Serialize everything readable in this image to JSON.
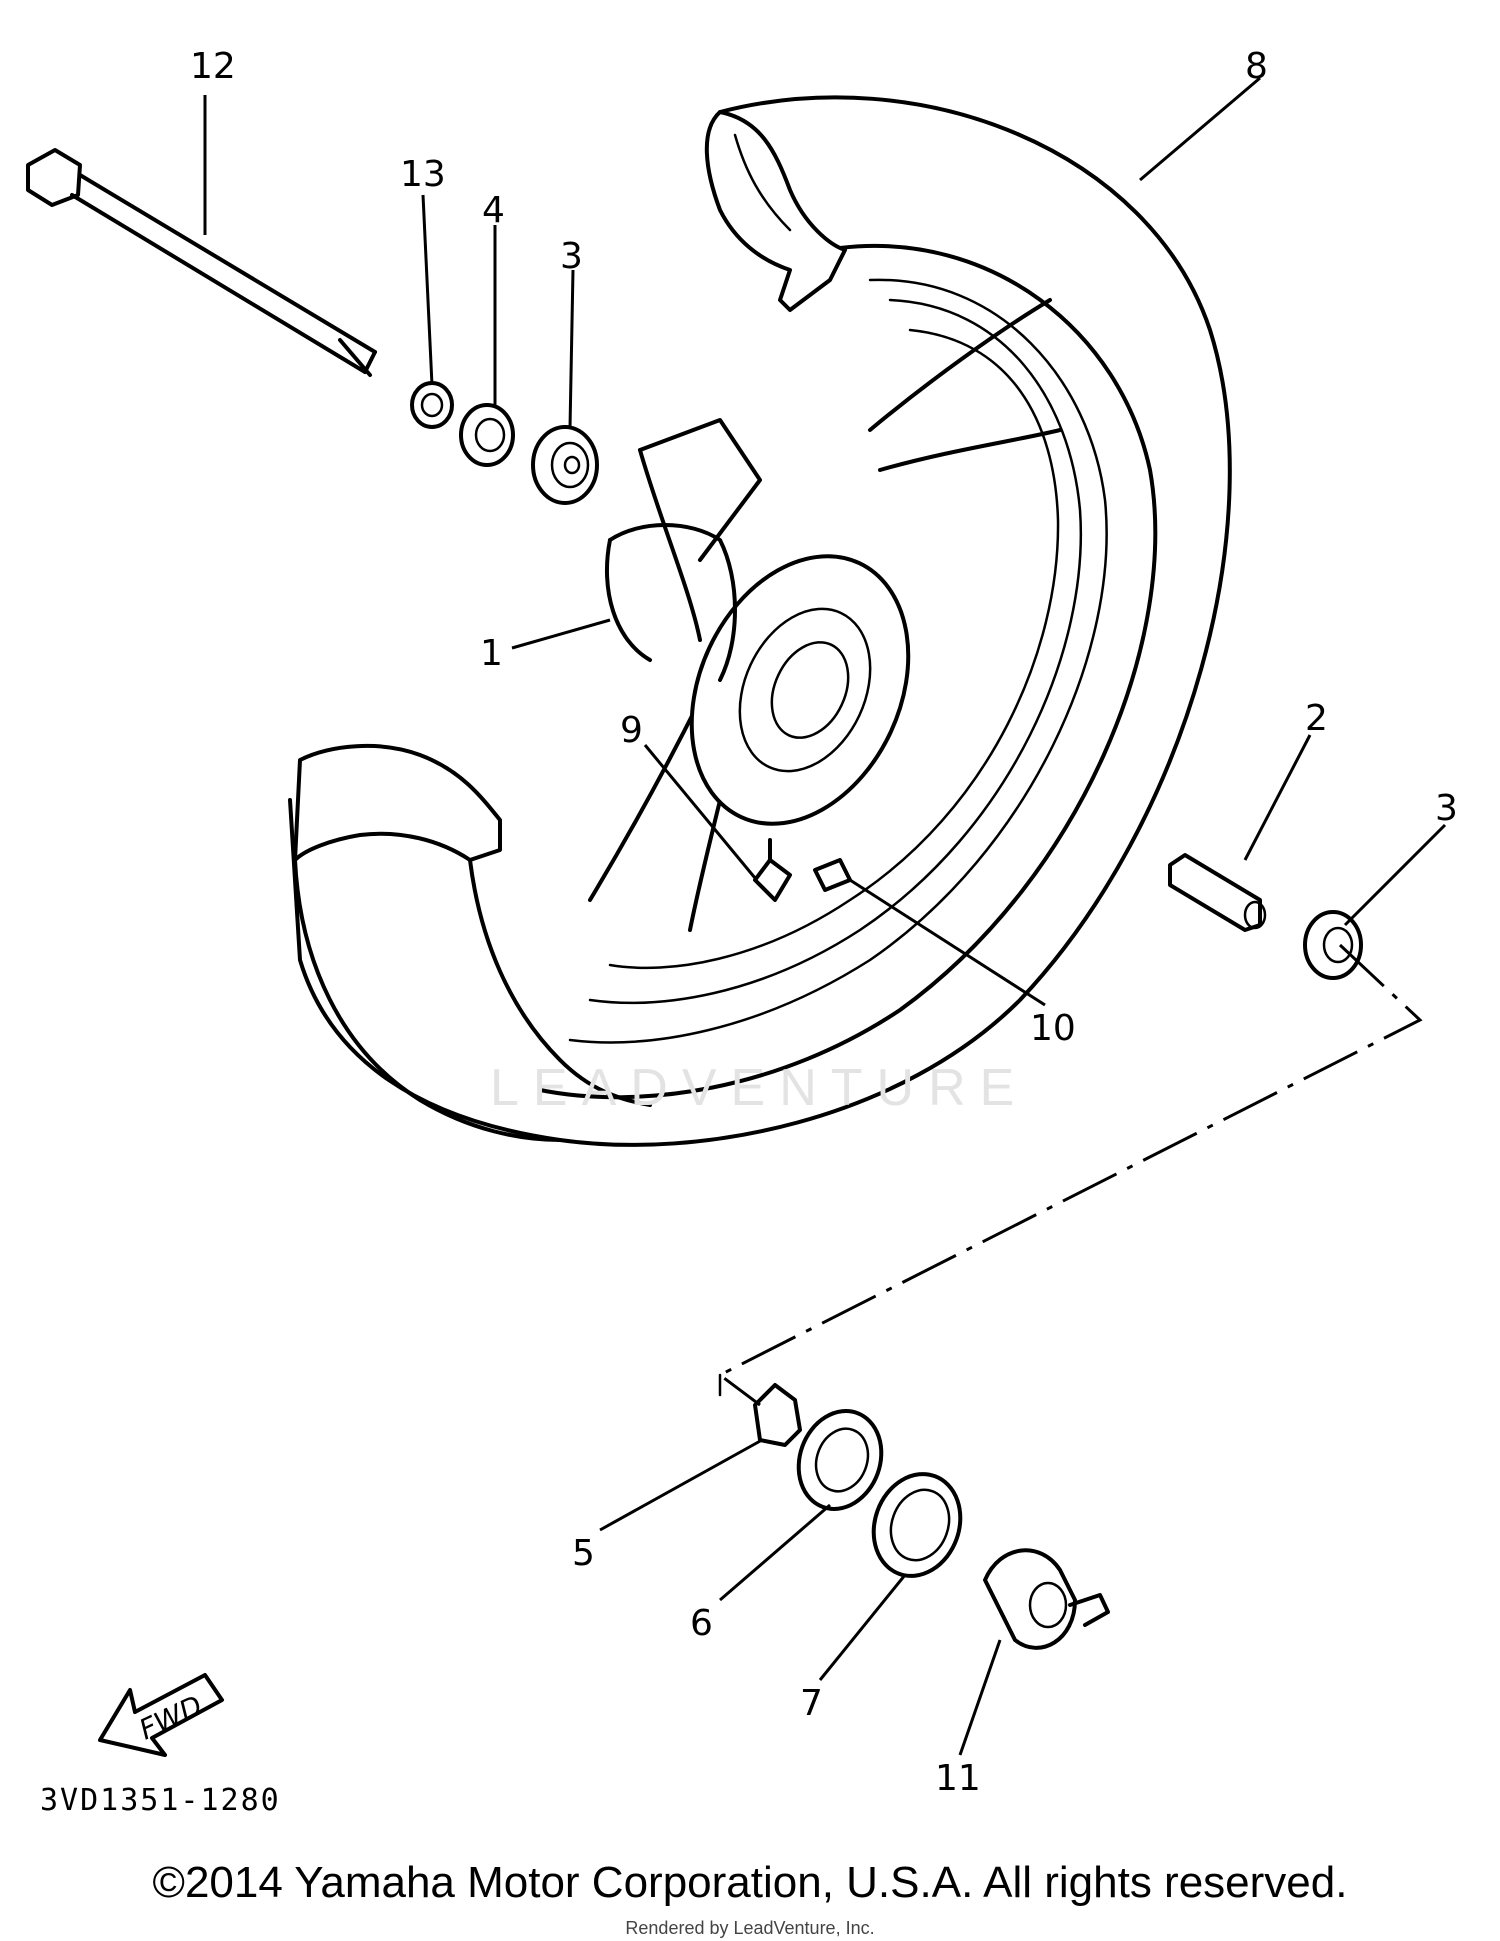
{
  "callouts": {
    "c1": "1",
    "c2": "2",
    "c3a": "3",
    "c3b": "3",
    "c4": "4",
    "c5": "5",
    "c6": "6",
    "c7": "7",
    "c8": "8",
    "c9": "9",
    "c10": "10",
    "c11": "11",
    "c12": "12",
    "c13": "13"
  },
  "fwd_label": "FWD",
  "part_code": "3VD1351-1280",
  "watermark": "LEADVENTURE",
  "copyright": "©2014 Yamaha Motor Corporation, U.S.A. All rights reserved.",
  "credit": "Rendered by LeadVenture, Inc."
}
